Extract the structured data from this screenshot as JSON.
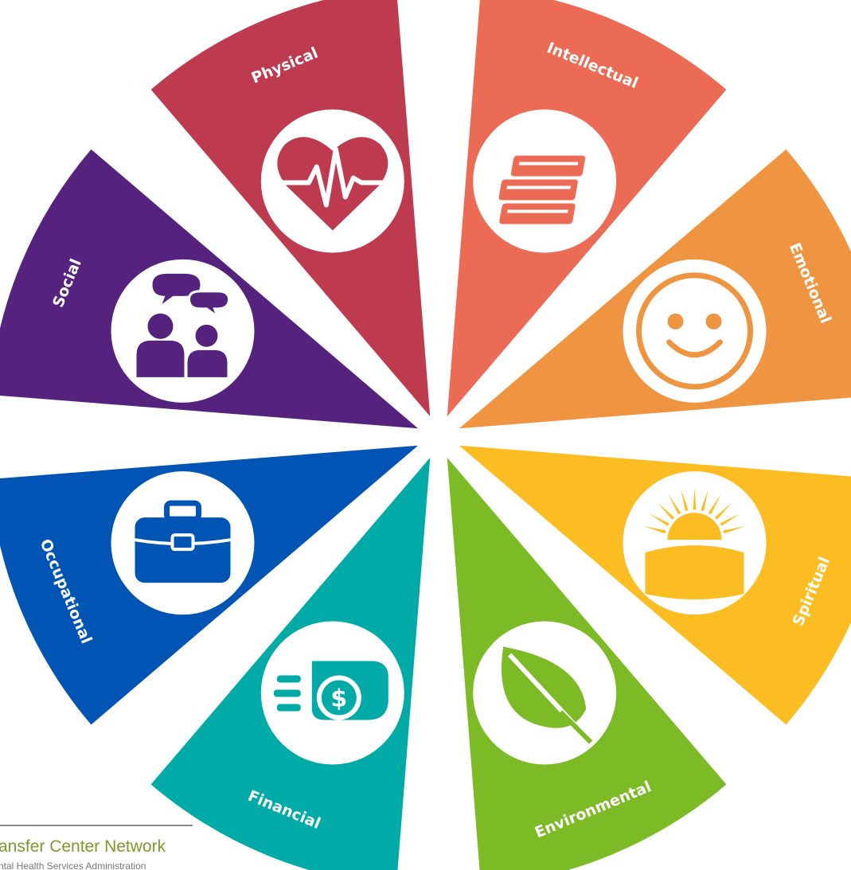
{
  "segments": [
    {
      "id": "intellectual",
      "label": "Intellectual",
      "color": "#EB6B55",
      "icon": "books-icon"
    },
    {
      "id": "emotional",
      "label": "Emotional",
      "color": "#EF9541",
      "icon": "smiley-face-icon"
    },
    {
      "id": "spiritual",
      "label": "Spiritual",
      "color": "#FBBD22",
      "icon": "sunrise-icon"
    },
    {
      "id": "environmental",
      "label": "Environmental",
      "color": "#7CBB25",
      "icon": "leaf-icon"
    },
    {
      "id": "financial",
      "label": "Financial",
      "color": "#00ABA7",
      "icon": "hand-money-icon"
    },
    {
      "id": "occupational",
      "label": "Occupational",
      "color": "#0055B4",
      "icon": "briefcase-icon"
    },
    {
      "id": "social",
      "label": "Social",
      "color": "#55237E",
      "icon": "people-chat-icon"
    },
    {
      "id": "physical",
      "label": "Physical",
      "color": "#BE3B4F",
      "icon": "heart-pulse-icon"
    }
  ],
  "footer": {
    "network": "ansfer Center Network",
    "agency": "ntal Health Services Administration"
  }
}
